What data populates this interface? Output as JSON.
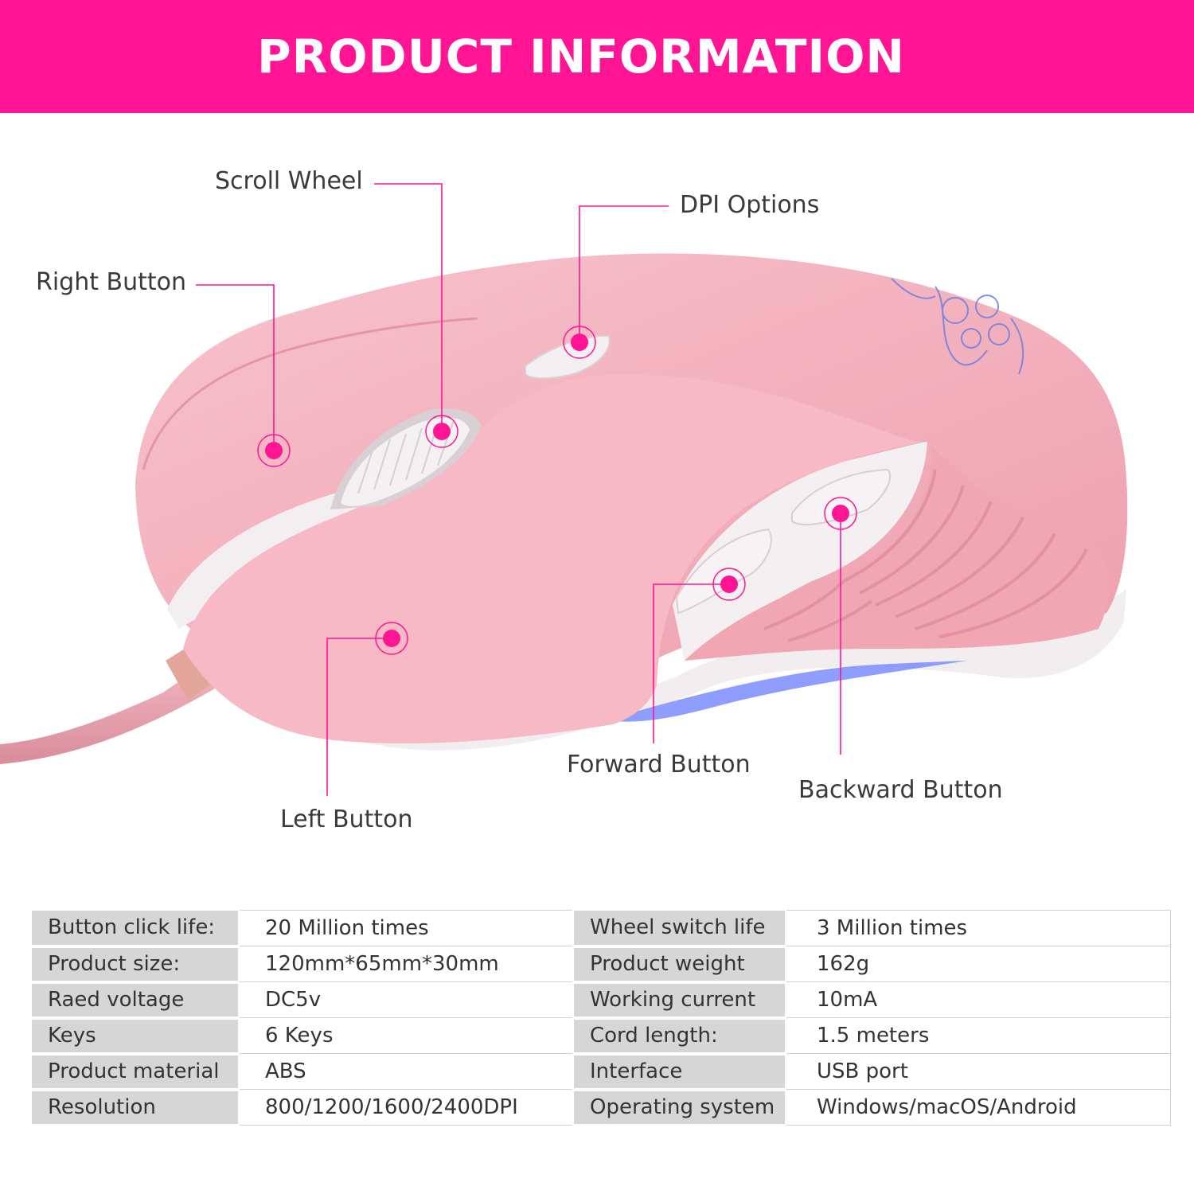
{
  "banner": {
    "title": "PRODUCT INFORMATION",
    "color": "#ff1493"
  },
  "callouts": {
    "scroll_wheel": "Scroll Wheel",
    "dpi_options": "DPI Options",
    "right_button": "Right Button",
    "left_button": "Left Button",
    "forward_button": "Forward Button",
    "backward_button": "Backward Button"
  },
  "colors": {
    "accent": "#ff1493",
    "mouse_body": "#f4b6c2",
    "mouse_shadow": "#e79aa9",
    "mouse_white": "#f3eef0",
    "rgb_glow": "#7b8cff"
  },
  "specs": [
    {
      "left_key": "Button click life:",
      "left_value": "20 Million times",
      "right_key": "Wheel switch life",
      "right_value": "3 Million times"
    },
    {
      "left_key": "Product size:",
      "left_value": "120mm*65mm*30mm",
      "right_key": "Product weight",
      "right_value": "162g"
    },
    {
      "left_key": "Raed voltage",
      "left_value": "DC5v",
      "right_key": "Working current",
      "right_value": "10mA"
    },
    {
      "left_key": "Keys",
      "left_value": "6 Keys",
      "right_key": "Cord length:",
      "right_value": "1.5 meters"
    },
    {
      "left_key": "Product material",
      "left_value": "ABS",
      "right_key": "Interface",
      "right_value": "USB port"
    },
    {
      "left_key": "Resolution",
      "left_value": "800/1200/1600/2400DPI",
      "right_key": "Operating system",
      "right_value": "Windows/macOS/Android"
    }
  ]
}
